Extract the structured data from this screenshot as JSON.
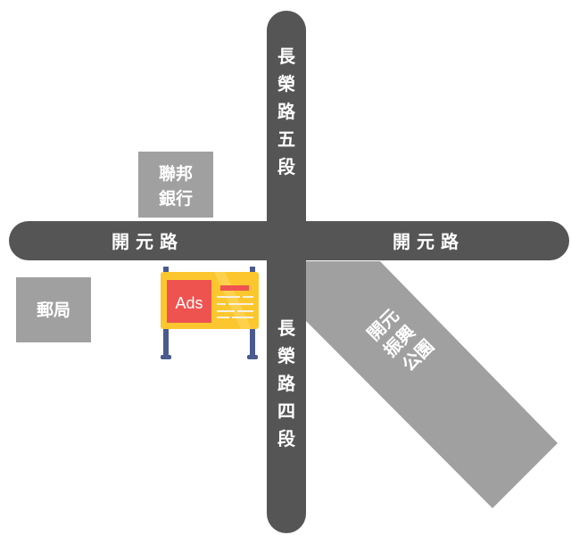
{
  "colors": {
    "road": "#555555",
    "block": "#a0a0a0",
    "park": "#a0a0a0",
    "label": "#ffffff",
    "billboard_body": "#fcc72e",
    "billboard_panel": "#ef5350",
    "billboard_legs": "#4a5a8f"
  },
  "roads": {
    "horizontal_left": "開 元 路",
    "horizontal_right": "開 元 路",
    "vertical_north": [
      "長",
      "榮",
      "路",
      "五",
      "段"
    ],
    "vertical_south": [
      "長",
      "榮",
      "路",
      "四",
      "段"
    ]
  },
  "landmarks": {
    "bank": [
      "聯邦",
      "銀行"
    ],
    "post_office": "郵局",
    "park": [
      "開元",
      "振興",
      "公園"
    ],
    "billboard": {
      "text": "Ads",
      "icon": "billboard-icon"
    }
  }
}
